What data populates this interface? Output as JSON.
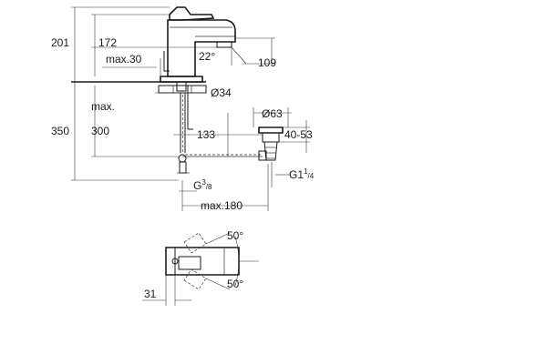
{
  "side_view": {
    "dimensions": {
      "height_top": "201",
      "spout_height": "172",
      "max_30": "max.30",
      "angle": "22°",
      "reach": "109",
      "diameter_34": "Ø34",
      "max_label": "max.",
      "max_value": "300",
      "total_height": "350",
      "distance_133": "133",
      "diameter_63": "Ø63",
      "range_40_53": "40-53",
      "thread_g": "G",
      "thread_g_exp": "3",
      "thread_g_sub": "/8",
      "thread_g1": "G1",
      "thread_g1_exp": "1",
      "thread_g1_sub": "/4",
      "max_180": "max.180"
    }
  },
  "top_view": {
    "dimensions": {
      "angle_top": "50°",
      "angle_bottom": "50°",
      "offset_31": "31"
    }
  }
}
